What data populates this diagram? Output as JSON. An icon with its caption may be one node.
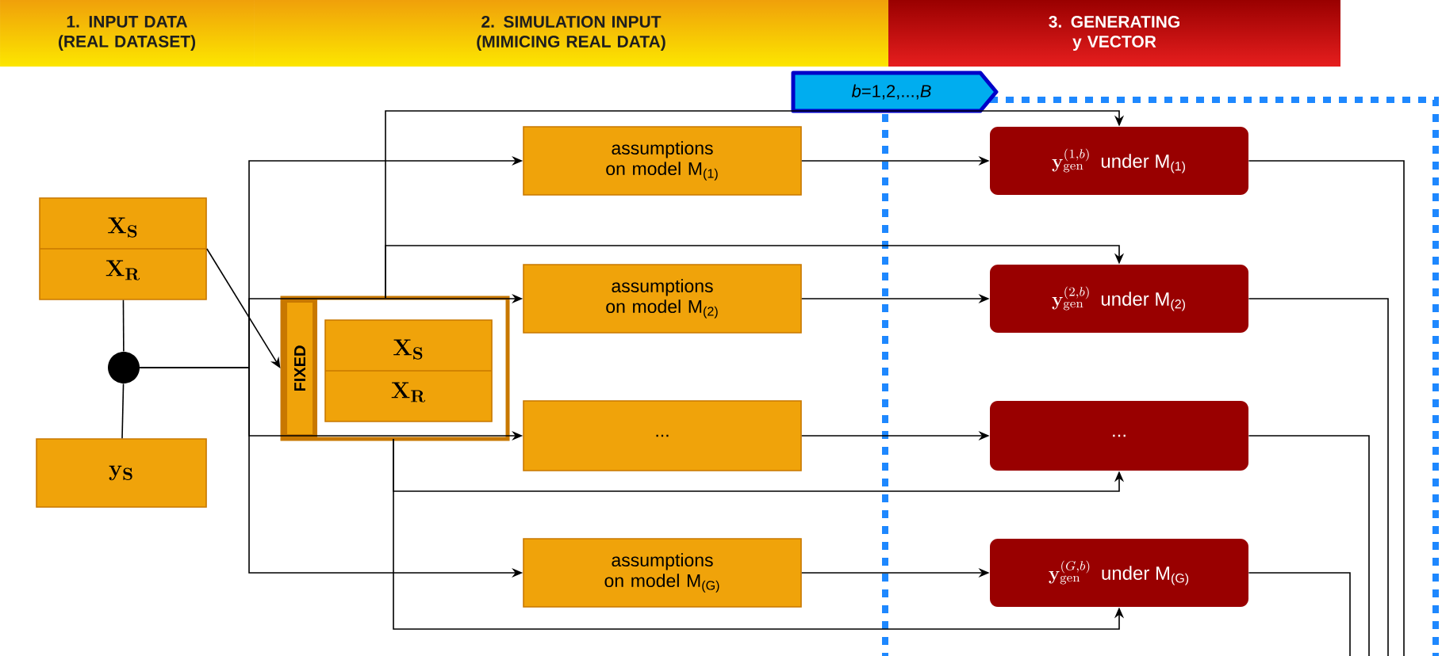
{
  "diagram": {
    "nodes": [
      {
        "text": [
          "1. INPUT DATA (REAL DATASET)"
        ]
      },
      {
        "text": [
          "2. SIMULATION INPUT (MIMICING REAL DATA)"
        ]
      },
      {
        "text": [
          "3. GENERATING y VECTOR"
        ]
      },
      {
        "text": [],
        "shape": "box"
      },
      {
        "text": [
          "*b*=1,2,...,*B*"
        ]
      },
      {
        "text": [
          "\\mathbf{X}_{\\mathbf{S}}",
          "\\mathbf{X}_{\\mathbf{R}}"
        ]
      },
      {
        "text": [],
        "shape": "circle"
      },
      {
        "text": [
          "\\mathbf{y}_{\\mathbf{S}}"
        ]
      },
      {
        "text": [
          "FIXED"
        ]
      },
      {
        "text": [
          "\\mathbf{X}_{\\mathbf{S}}",
          "\\mathbf{X}_{\\mathbf{R}}"
        ],
        "in": 8
      },
      {
        "text": [
          "assumptions on model M$_{(1)}$"
        ]
      },
      {
        "text": [
          "assumptions on model M$_{(2)}$"
        ]
      },
      {
        "text": [
          "..."
        ]
      },
      {
        "text": [
          "assumptions on model M$_{(G)}$"
        ]
      },
      {
        "text": [
          "\\mathbf{y}^{(1,b)}_{\\mathrm{gen}}",
          "under M$_{(1)}$"
        ],
        "in": 3
      },
      {
        "text": [
          "\\mathbf{y}^{(2,b)}_{\\mathrm{gen}}",
          "under M$_{(2)}$"
        ],
        "in": 3
      },
      {
        "text": [
          "..."
        ],
        "in": 3
      },
      {
        "text": [
          "\\mathbf{y}^{(G,b)}_{\\mathrm{gen}}",
          "under M$_{(G)}$"
        ],
        "in": 3
      }
    ],
    "edges": [
      {
        "from": 5,
        "to": 8,
        "arrow": "to"
      },
      {
        "from": 5,
        "to": 6,
        "arrow": "none"
      },
      {
        "from": 7,
        "to": 6,
        "arrow": "none"
      },
      {
        "from": 6,
        "to": 10,
        "arrow": "to"
      },
      {
        "from": 6,
        "to": 11,
        "arrow": "to"
      },
      {
        "from": 6,
        "to": 12,
        "arrow": "to"
      },
      {
        "from": 6,
        "to": 13,
        "arrow": "to"
      },
      {
        "from": 8,
        "to": 14,
        "arrow": "to"
      },
      {
        "from": 8,
        "to": 15,
        "arrow": "to"
      },
      {
        "from": 8,
        "to": 16,
        "arrow": "to"
      },
      {
        "from": 8,
        "to": 17,
        "arrow": "to"
      },
      {
        "from": 10,
        "to": 14,
        "arrow": "to"
      },
      {
        "from": 11,
        "to": 15,
        "arrow": "to"
      },
      {
        "from": 12,
        "to": 16,
        "arrow": "to"
      },
      {
        "from": 13,
        "to": 17,
        "arrow": "to"
      },
      {
        "from": 14,
        "to": null,
        "arrow": "none"
      },
      {
        "from": 15,
        "to": null,
        "arrow": "none"
      },
      {
        "from": 16,
        "to": null,
        "arrow": "none"
      },
      {
        "from": 17,
        "to": null,
        "arrow": "none"
      }
    ]
  }
}
